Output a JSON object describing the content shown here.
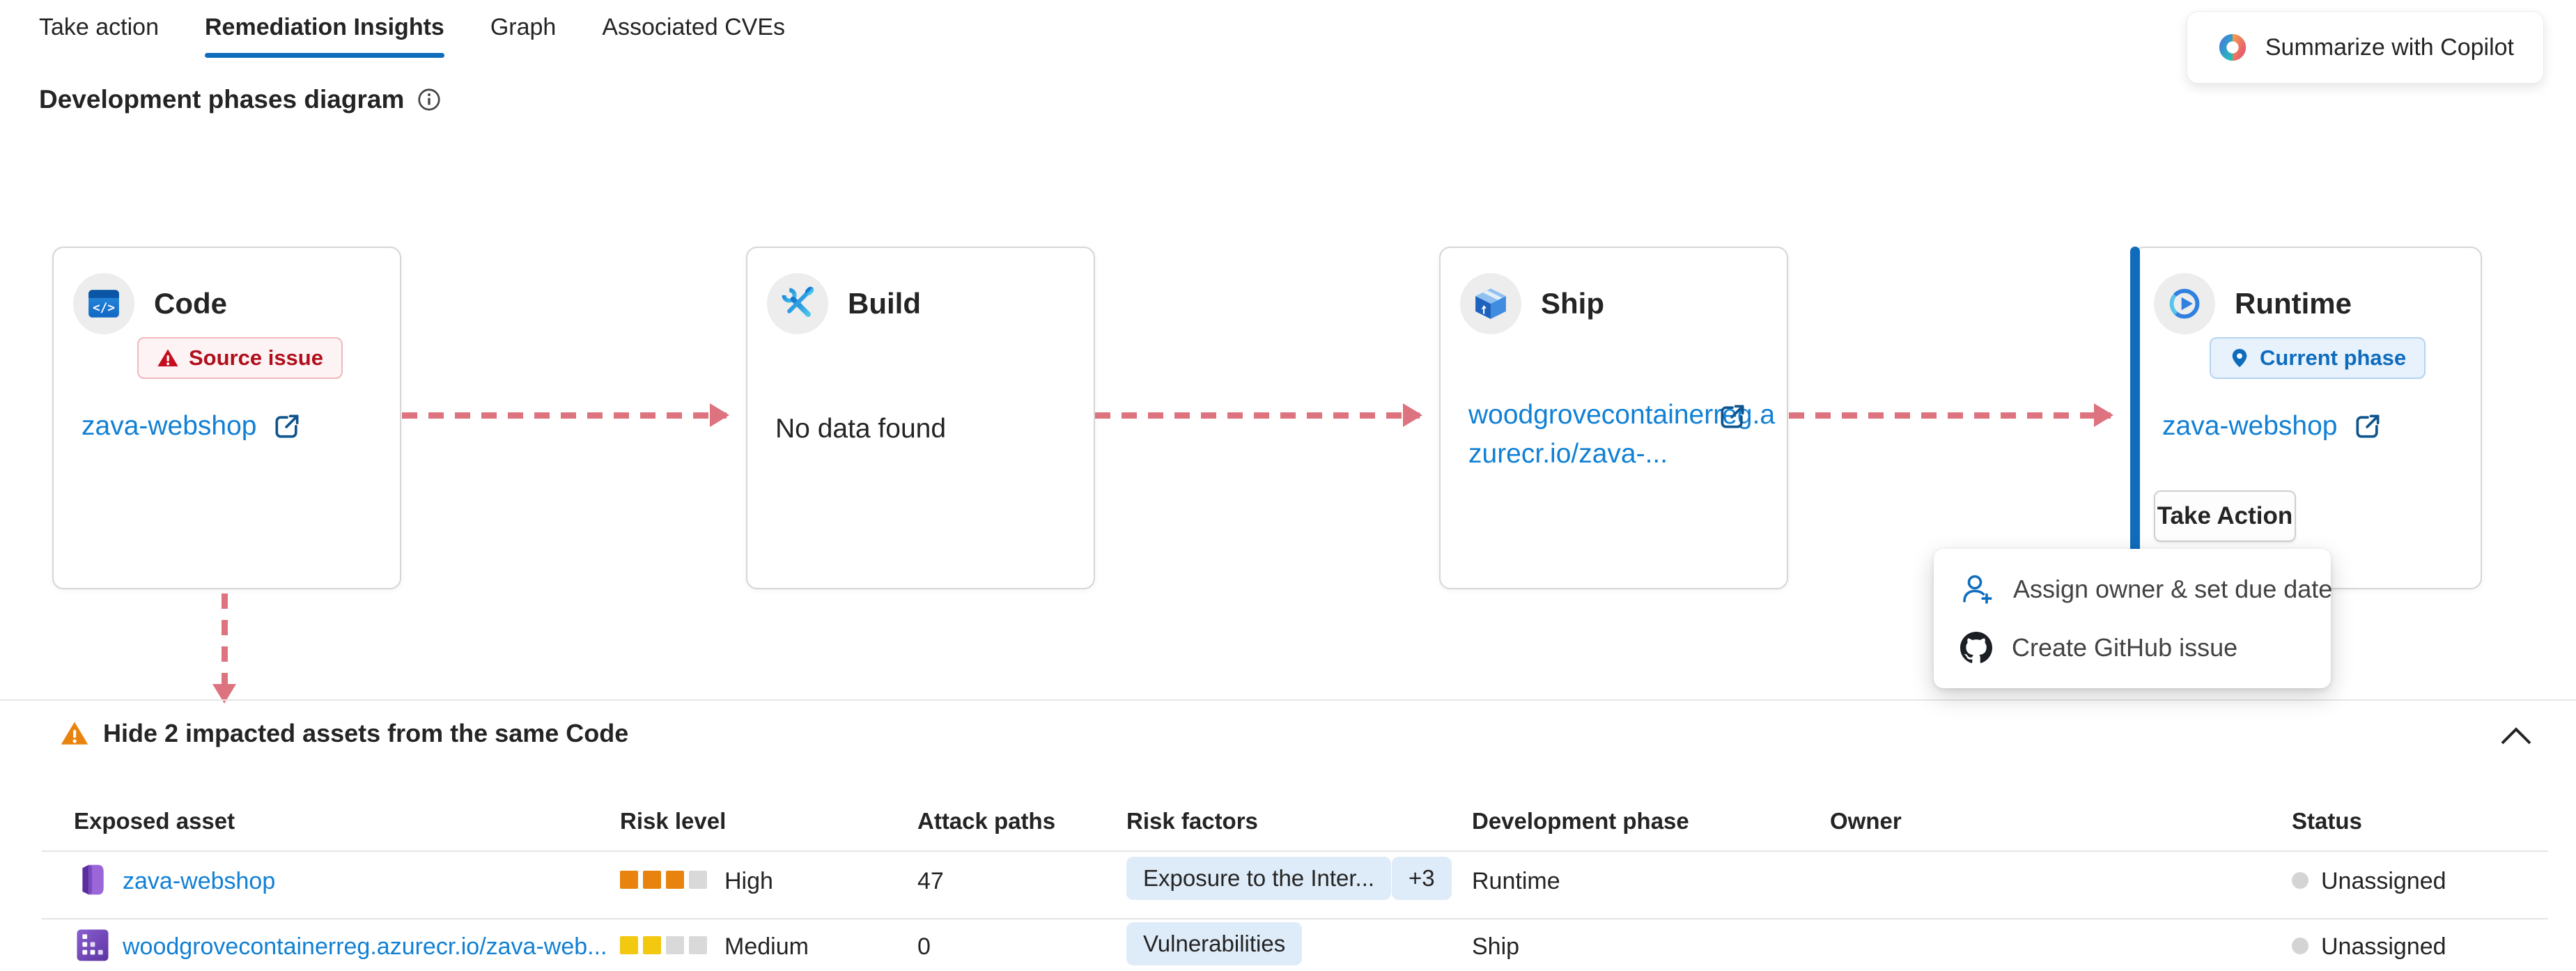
{
  "tabs": [
    {
      "label": "Take action",
      "active": false
    },
    {
      "label": "Remediation Insights",
      "active": true
    },
    {
      "label": "Graph",
      "active": false
    },
    {
      "label": "Associated CVEs",
      "active": false
    }
  ],
  "copilot_button": {
    "label": "Summarize with Copilot",
    "icon": "copilot-icon"
  },
  "section": {
    "title": "Development phases diagram",
    "info_icon": "info-icon"
  },
  "phases": [
    {
      "name": "Code",
      "icon": "code-icon",
      "badge": "Source issue",
      "badge_icon": "warning-triangle-icon",
      "link": "zava-webshop",
      "link_icon": "external-link-icon"
    },
    {
      "name": "Build",
      "icon": "build-icon",
      "empty_text": "No data found"
    },
    {
      "name": "Ship",
      "icon": "ship-icon",
      "link_line1": "woodgrovecontainerreg.a",
      "link_line2": "zurecr.io/zava-...",
      "link_icon": "external-link-icon"
    },
    {
      "name": "Runtime",
      "icon": "runtime-icon",
      "badge": "Current phase",
      "badge_icon": "location-pin-icon",
      "link": "zava-webshop",
      "link_icon": "external-link-icon",
      "button": "Take Action",
      "current": true
    }
  ],
  "action_menu": {
    "items": [
      {
        "label": "Assign owner & set due date",
        "icon": "person-add-icon"
      },
      {
        "label": "Create GitHub issue",
        "icon": "github-icon"
      }
    ]
  },
  "impacted_assets": {
    "header": "Hide 2 impacted assets from the same Code",
    "header_icon": "warning-triangle-icon",
    "collapse_icon": "chevron-up-icon",
    "columns": [
      "Exposed asset",
      "Risk level",
      "Attack paths",
      "Risk factors",
      "Development phase",
      "Owner",
      "Status"
    ],
    "rows": [
      {
        "asset": "zava-webshop",
        "asset_icon": "container-app-icon",
        "risk_level": "High",
        "risk_filled": 3,
        "risk_total": 4,
        "risk_color": "#e8830e",
        "attack_paths": "47",
        "risk_factor_chip": "Exposure to the Inter...",
        "risk_factor_more": "+3",
        "phase": "Runtime",
        "owner": "",
        "status": "Unassigned"
      },
      {
        "asset": "woodgrovecontainerreg.azurecr.io/zava-web...",
        "asset_icon": "container-registry-icon",
        "risk_level": "Medium",
        "risk_filled": 2,
        "risk_total": 4,
        "risk_color": "#f2c811",
        "attack_paths": "0",
        "risk_factor_chip": "Vulnerabilities",
        "phase": "Ship",
        "owner": "",
        "status": "Unassigned"
      }
    ]
  },
  "colors": {
    "accent": "#0f6cbd",
    "link": "#1180d4",
    "arrow_dashed": "#dd737f",
    "severity_high": "#e8830e",
    "severity_medium": "#f2c811",
    "error_badge_text": "#b10e1c",
    "warning_icon": "#e8830e",
    "chip_background": "#deebf8"
  }
}
